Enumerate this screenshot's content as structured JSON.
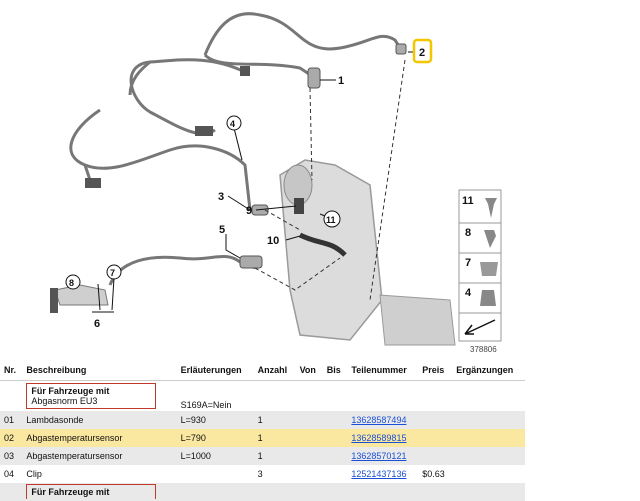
{
  "diagram": {
    "callouts": [
      "1",
      "2",
      "3",
      "4",
      "5",
      "6",
      "7",
      "8",
      "9",
      "10",
      "11"
    ],
    "legend_items": [
      "11",
      "8",
      "7",
      "4"
    ],
    "image_number": "378806"
  },
  "table": {
    "headers": [
      "Nr.",
      "Beschreibung",
      "Erläuterungen",
      "Anzahl",
      "Von",
      "Bis",
      "Teilenummer",
      "Preis",
      "Ergänzungen"
    ],
    "group1_title": "Für Fahrzeuge mit",
    "group1_subtitle": "Abgasnorm EU3",
    "group1_expl": "S169A=Nein",
    "rows": [
      {
        "nr": "01",
        "desc": "Lambdasonde",
        "expl": "L=930",
        "qty": "1",
        "part": "13628587494",
        "price": ""
      },
      {
        "nr": "02",
        "desc": "Abgastemperatursensor",
        "expl": "L=790",
        "qty": "1",
        "part": "13628589815",
        "price": ""
      },
      {
        "nr": "03",
        "desc": "Abgastemperatursensor",
        "expl": "L=1000",
        "qty": "1",
        "part": "13628570121",
        "price": ""
      },
      {
        "nr": "04",
        "desc": "Clip",
        "expl": "",
        "qty": "3",
        "part": "12521437136",
        "price": "$0.63"
      }
    ],
    "group2_title": "Für Fahrzeuge mit"
  },
  "colors": {
    "highlight": "#fbe8a0",
    "callout_box": "#f3c600",
    "link": "#1a4fd6",
    "group_border": "#c0392b"
  }
}
